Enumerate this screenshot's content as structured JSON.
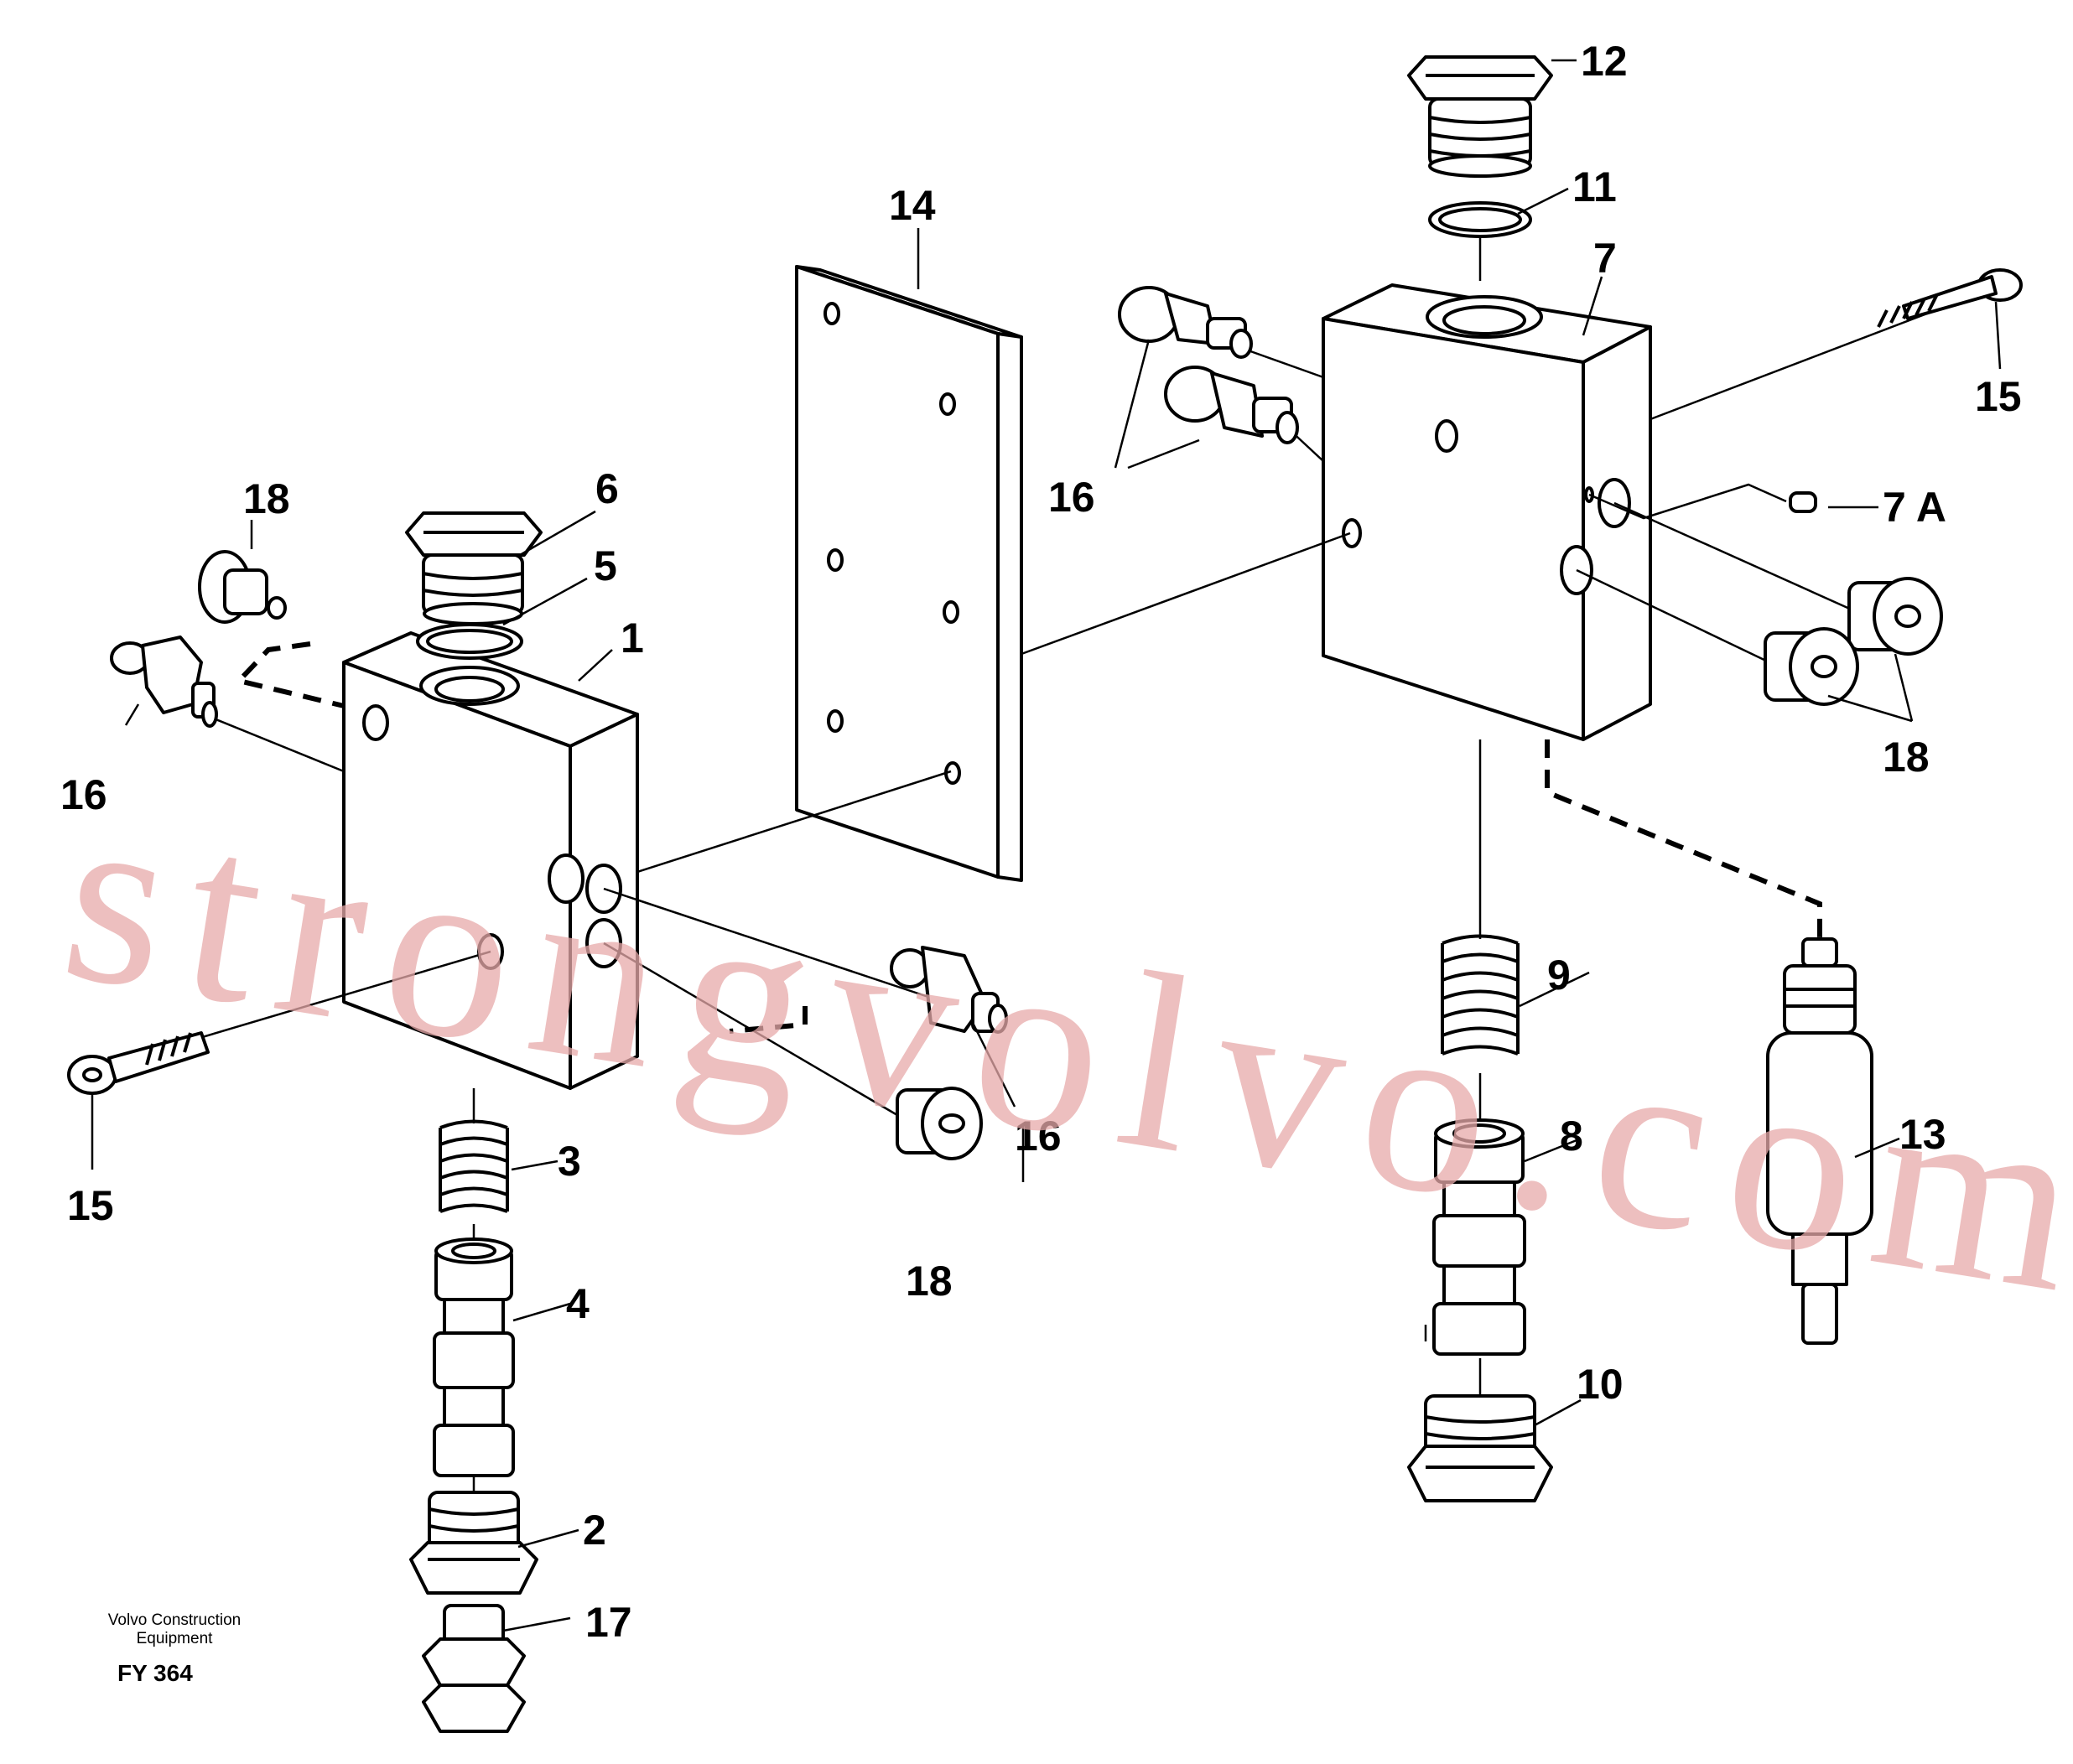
{
  "diagram": {
    "caption_line1": "Volvo Construction",
    "caption_line2": "Equipment",
    "figure_code": "FY 364",
    "watermark": "strongvolvo.com"
  },
  "labels": {
    "p1": "1",
    "p2": "2",
    "p3": "3",
    "p4": "4",
    "p5": "5",
    "p6": "6",
    "p7": "7",
    "p7a": "7 A",
    "p8": "8",
    "p9": "9",
    "p10": "10",
    "p11": "11",
    "p12": "12",
    "p13": "13",
    "p14": "14",
    "p15a": "15",
    "p15b": "15",
    "p16a": "16",
    "p16b": "16",
    "p16c": "16",
    "p17": "17",
    "p18a": "18",
    "p18b": "18",
    "p18c": "18"
  },
  "colors": {
    "line": "#000000",
    "background": "#ffffff",
    "watermark": "#e7a9a9"
  }
}
